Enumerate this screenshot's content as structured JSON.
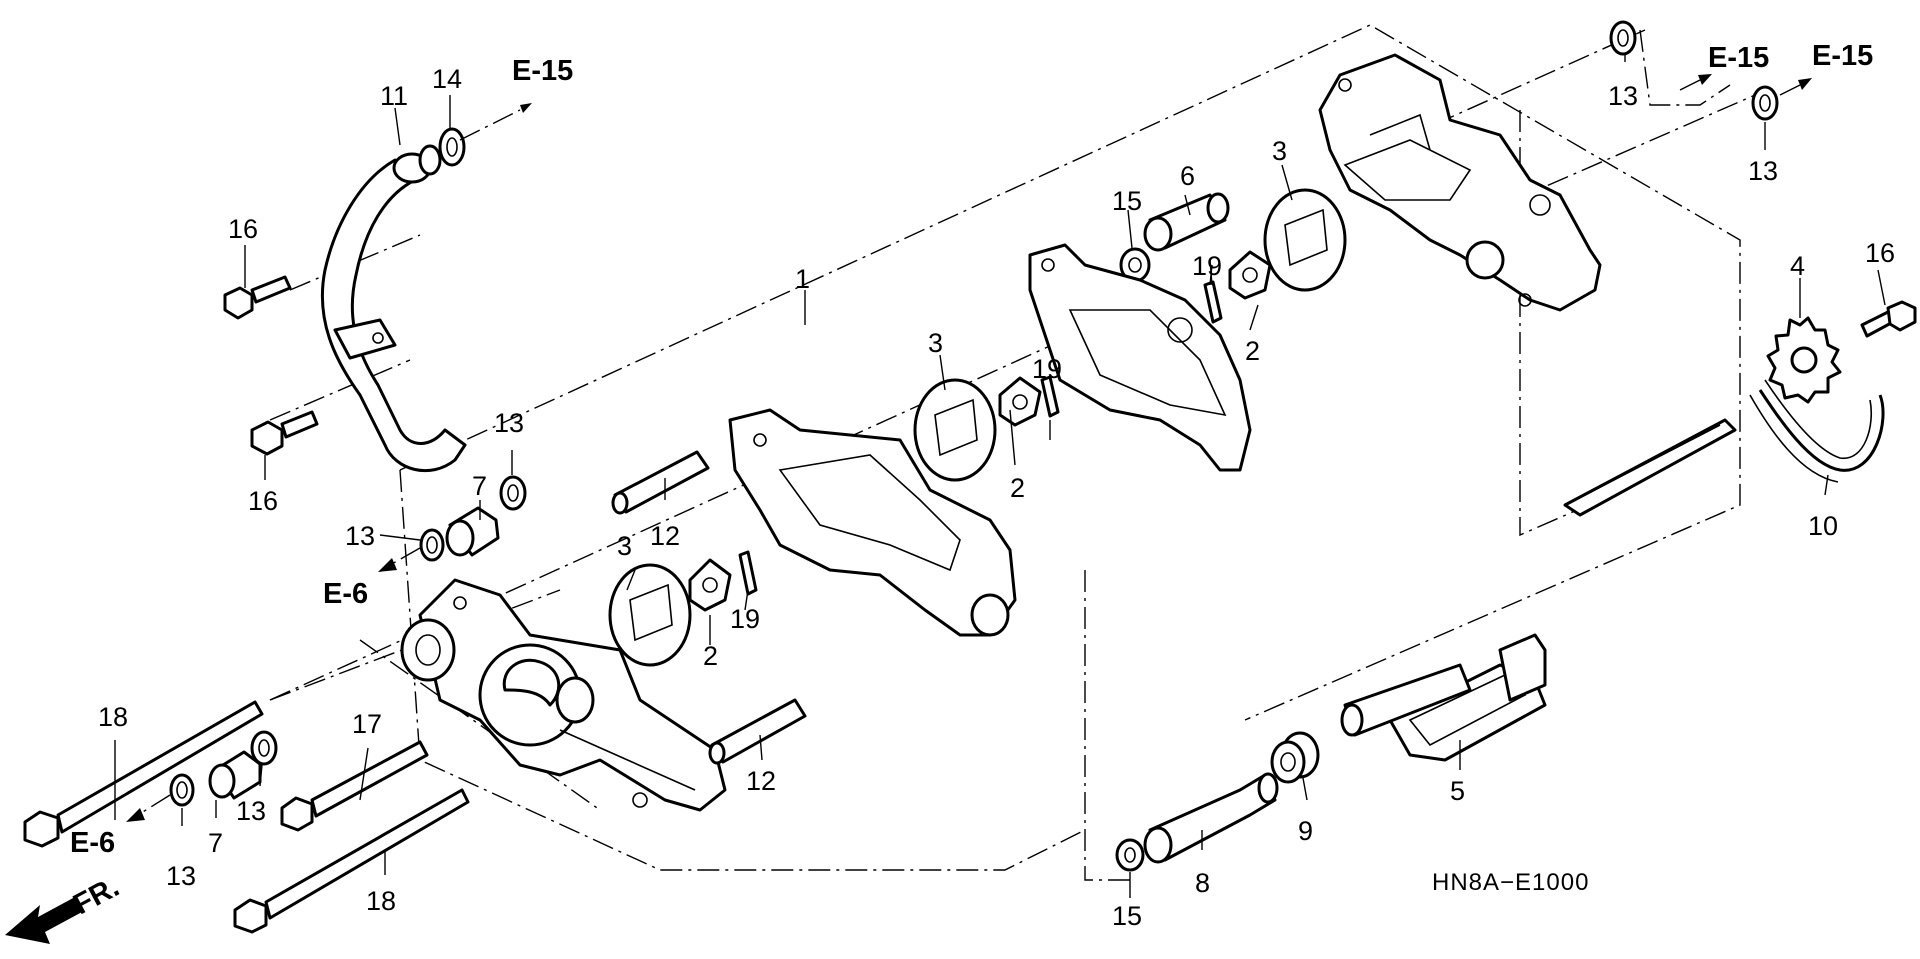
{
  "diagram": {
    "code": "HN8A−E1000",
    "front_mark": "FR.",
    "refs": {
      "e15_a": "E-15",
      "e15_b": "E-15",
      "e15_c": "E-15",
      "e6_a": "E-6",
      "e6_b": "E-6"
    },
    "callouts": {
      "c1": "1",
      "c2a": "2",
      "c2b": "2",
      "c2c": "2",
      "c3a": "3",
      "c3b": "3",
      "c3c": "3",
      "c4": "4",
      "c5": "5",
      "c6": "6",
      "c7a": "7",
      "c7b": "7",
      "c8": "8",
      "c9": "9",
      "c10": "10",
      "c11": "11",
      "c12a": "12",
      "c12b": "12",
      "c13a": "13",
      "c13b": "13",
      "c13c": "13",
      "c13d": "13",
      "c13e": "13",
      "c13f": "13",
      "c14": "14",
      "c15a": "15",
      "c15b": "15",
      "c16a": "16",
      "c16b": "16",
      "c16c": "16",
      "c17": "17",
      "c18a": "18",
      "c18b": "18",
      "c19a": "19",
      "c19b": "19",
      "c19c": "19"
    }
  }
}
